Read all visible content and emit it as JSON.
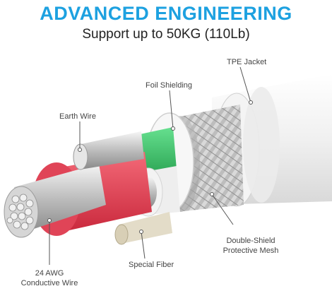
{
  "headline": "ADVANCED ENGINEERING",
  "subheadline": "Support up to 50KG (110Lb)",
  "callouts": {
    "tpe_jacket": "TPE Jacket",
    "foil_shielding": "Foil Shielding",
    "earth_wire": "Earth Wire",
    "double_shield_line1": "Double-Shield",
    "double_shield_line2": "Protective Mesh",
    "special_fiber": "Special Fiber",
    "awg_line1": "24 AWG",
    "awg_line2": "Conductive Wire"
  },
  "colors": {
    "accent": "#1da1e0",
    "red_wire": "#e8485a",
    "green_wire": "#3fc96b",
    "jacket": "#f2f2f2"
  }
}
